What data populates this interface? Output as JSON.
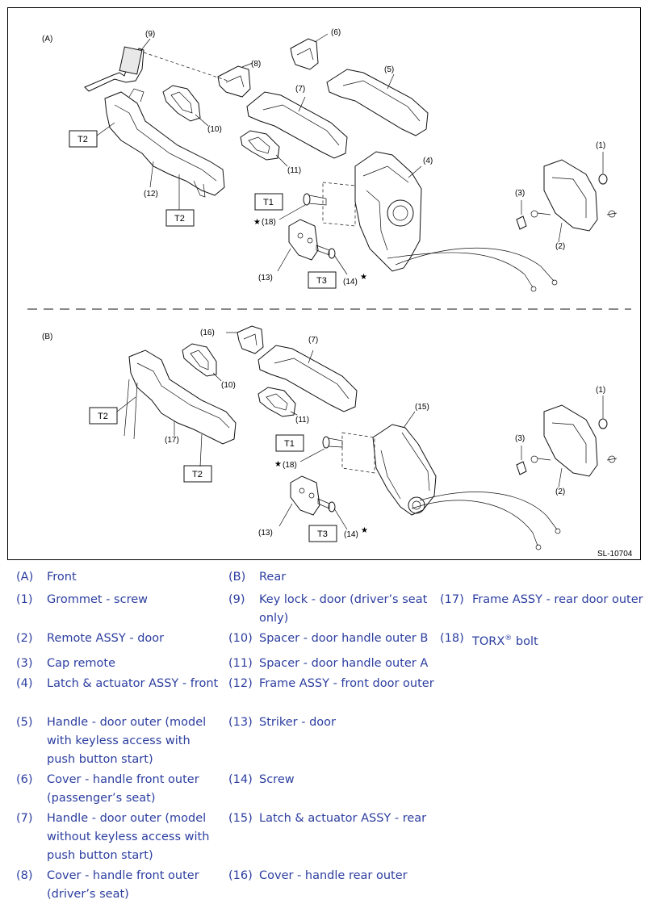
{
  "figure": {
    "ref": "SL-10704",
    "section_a": "(A)",
    "section_b": "(B)",
    "torque_labels": [
      "T1",
      "T2",
      "T3"
    ],
    "callouts_a": [
      "(1)",
      "(2)",
      "(3)",
      "(4)",
      "(5)",
      "(6)",
      "(7)",
      "(8)",
      "(9)",
      "(10)",
      "(11)",
      "(12)",
      "(13)",
      "(14)",
      "(18)"
    ],
    "callouts_b": [
      "(1)",
      "(2)",
      "(3)",
      "(7)",
      "(10)",
      "(11)",
      "(13)",
      "(14)",
      "(15)",
      "(16)",
      "(17)",
      "(18)"
    ],
    "star": "★"
  },
  "legend": [
    {
      "num": "(A)",
      "text": "Front"
    },
    {
      "num": "(B)",
      "text": "Rear"
    },
    {
      "num": "(1)",
      "text": "Grommet - screw"
    },
    {
      "num": "(9)",
      "text": "Key lock - door (driver’s seat only)"
    },
    {
      "num": "(17)",
      "text": "Frame ASSY - rear door outer"
    },
    {
      "num": "(2)",
      "text": "Remote ASSY - door"
    },
    {
      "num": "(10)",
      "text": "Spacer - door handle outer B"
    },
    {
      "num": "(18)",
      "text": "TORX",
      "sup": "®",
      "suffix": " bolt"
    },
    {
      "num": "(3)",
      "text": "Cap remote"
    },
    {
      "num": "(11)",
      "text": "Spacer - door handle outer A"
    },
    {
      "num": "(4)",
      "text": "Latch & actuator ASSY - front"
    },
    {
      "num": "(12)",
      "text": "Frame ASSY - front door outer"
    },
    {
      "num": "(5)",
      "text": "Handle - door outer (model with keyless access with push button start)"
    },
    {
      "num": "(13)",
      "text": "Striker - door"
    },
    {
      "num": "(6)",
      "text": "Cover - handle front outer (passenger’s seat)"
    },
    {
      "num": "(14)",
      "text": "Screw"
    },
    {
      "num": "(7)",
      "text": "Handle - door outer (model without keyless access with push button start)"
    },
    {
      "num": "(15)",
      "text": "Latch & actuator ASSY - rear"
    },
    {
      "num": "(8)",
      "text": "Cover - handle front outer (driver’s seat)"
    },
    {
      "num": "(16)",
      "text": "Cover - handle rear outer"
    }
  ]
}
